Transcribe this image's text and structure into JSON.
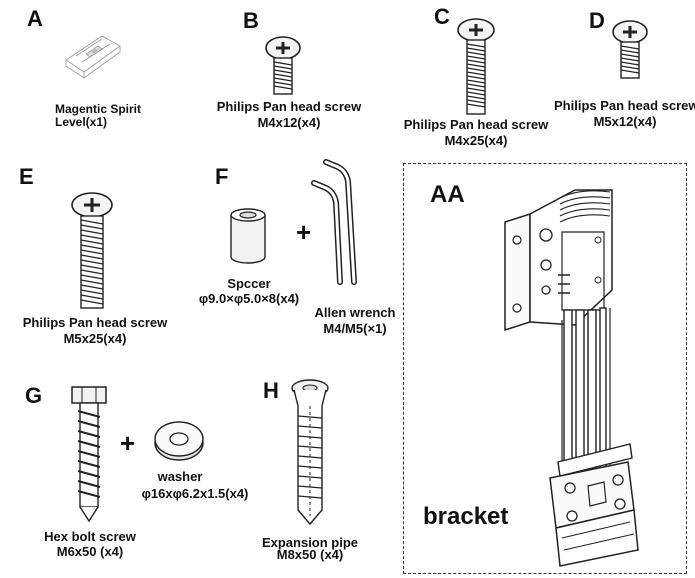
{
  "parts": {
    "A": {
      "letter": "A",
      "name": "Magentic Spirit",
      "spec": "Level(x1)"
    },
    "B": {
      "letter": "B",
      "name": "Philips Pan head screw",
      "spec": "M4x12(x4)"
    },
    "C": {
      "letter": "C",
      "name": "Philips Pan head screw",
      "spec": "M4x25(x4)"
    },
    "D": {
      "letter": "D",
      "name": "Philips Pan head screw",
      "spec": "M5x12(x4)"
    },
    "E": {
      "letter": "E",
      "name": "Philips Pan head screw",
      "spec": "M5x25(x4)"
    },
    "F": {
      "letter": "F",
      "spacer_name": "Spccer",
      "spacer_spec": "φ9.0×φ5.0×8(x4)",
      "plus": "+",
      "wrench_name": "Allen wrench",
      "wrench_spec": "M4/M5(×1)"
    },
    "G": {
      "letter": "G",
      "bolt_name": "Hex bolt screw",
      "bolt_spec": "M6x50 (x4)",
      "plus": "+",
      "washer_name": "washer",
      "washer_spec": "φ16xφ6.2x1.5(x4)"
    },
    "H": {
      "letter": "H",
      "name": "Expansion pipe",
      "spec": "M8x50 (x4)"
    },
    "AA": {
      "letter": "AA",
      "label": "bracket"
    }
  },
  "icons": [
    "spirit-level-icon",
    "screw-icon",
    "spacer-icon",
    "allen-wrench-icon",
    "hex-bolt-icon",
    "washer-icon",
    "expansion-anchor-icon",
    "bracket-icon"
  ]
}
